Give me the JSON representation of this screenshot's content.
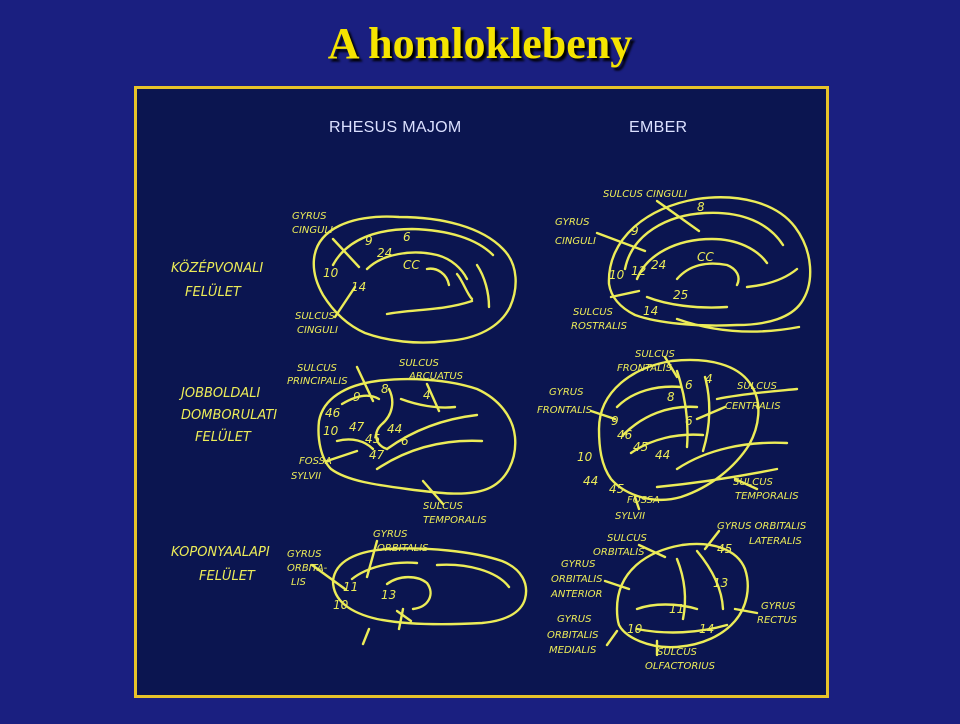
{
  "slide": {
    "title": "A homloklebeny"
  },
  "columns": {
    "left": "RHESUS MAJOM",
    "right": "EMBER"
  },
  "row_labels": {
    "medial": [
      "KÖZÉPVONALI",
      "FELÜLET"
    ],
    "lateral": [
      "JOBBOLDALI",
      "DOMBORULATI",
      "FELÜLET"
    ],
    "basal": [
      "KOPONYAALAPI",
      "FELÜLET"
    ]
  },
  "monkey": {
    "medial": {
      "gyrus_cinguli": [
        "GYRUS",
        "CINGULI"
      ],
      "sulcus_cinguli": [
        "SULCUS",
        "CINGULI"
      ],
      "areas": [
        "9",
        "6",
        "24",
        "10",
        "14",
        "CC"
      ]
    },
    "lateral": {
      "sulcus_principalis": [
        "SULCUS",
        "PRINCIPALIS"
      ],
      "sulcus_arcuatus": [
        "SULCUS",
        "ARCUATUS"
      ],
      "fossa_sylvii": [
        "FOSSA",
        "SYLVII"
      ],
      "sulcus_temporalis": [
        "SULCUS",
        "TEMPORALIS"
      ],
      "areas": [
        "9",
        "8",
        "4",
        "46",
        "10",
        "47",
        "45",
        "44",
        "6",
        "47"
      ]
    },
    "basal": {
      "gyrus_orbitalis_left": [
        "GYRUS",
        "ORBITA-",
        "LIS"
      ],
      "gyrus_orbitalis_top": [
        "GYRUS",
        "ORBITALIS"
      ],
      "areas": [
        "11",
        "10",
        "13"
      ]
    }
  },
  "human": {
    "medial": {
      "sulcus_cinguli": "SULCUS CINGULI",
      "gyrus_cinguli": [
        "GYRUS",
        "CINGULI"
      ],
      "sulcus_rostralis": [
        "SULCUS",
        "ROSTRALIS"
      ],
      "areas": [
        "8",
        "9",
        "10",
        "12",
        "24",
        "CC",
        "25",
        "14"
      ]
    },
    "lateral": {
      "sulcus_frontalis": [
        "SULCUS",
        "FRONTALIS"
      ],
      "gyrus_frontalis": [
        "GYRUS",
        "FRONTALIS"
      ],
      "sulcus_centralis": [
        "SULCUS",
        "CENTRALIS"
      ],
      "fossa_sylvii": [
        "FOSSA",
        "SYLVII"
      ],
      "sulcus_temporalis": [
        "SULCUS",
        "TEMPORALIS"
      ],
      "areas": [
        "8",
        "6",
        "4",
        "9",
        "6",
        "46",
        "45",
        "44",
        "10",
        "44",
        "45"
      ]
    },
    "basal": {
      "gyrus_orbitalis_lateralis": [
        "GYRUS ORBITALIS",
        "LATERALIS"
      ],
      "sulcus_orbitalis": [
        "SULCUS",
        "ORBITALIS"
      ],
      "gyrus_orbitalis_anterior": [
        "GYRUS",
        "ORBITALIS",
        "ANTERIOR"
      ],
      "gyrus_orbitalis_medialis": [
        "GYRUS",
        "ORBITALIS",
        "MEDIALIS"
      ],
      "sulcus_olfactorius": [
        "SULCUS",
        "OLFACTORIUS"
      ],
      "gyrus_rectus": [
        "GYRUS",
        "RECTUS"
      ],
      "areas": [
        "45",
        "13",
        "11",
        "10",
        "14"
      ]
    }
  },
  "colors": {
    "background": "#1a1f80",
    "panel": "#0b1550",
    "frame": "#e7c32a",
    "title": "#f5e400",
    "ink": "#ecec58"
  }
}
